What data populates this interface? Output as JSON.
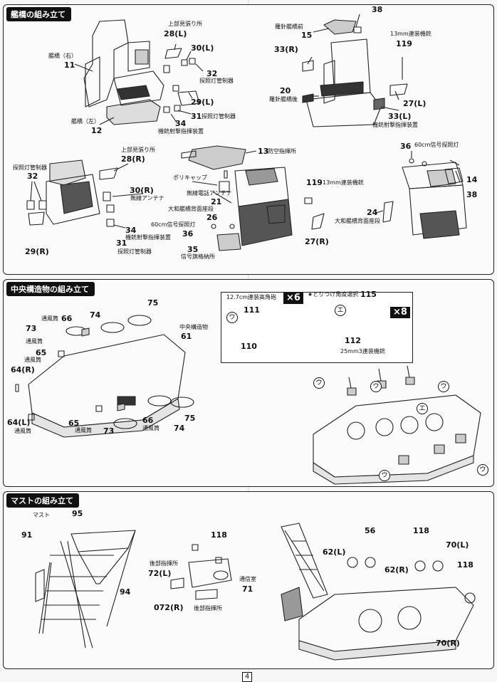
{
  "page_number": "4",
  "sections": {
    "bridge": {
      "title": "艦橋の組み立て",
      "labels": {
        "l11_text": "艦橋（右）",
        "l11_num": "11",
        "l12_text": "艦橋（左）",
        "l12_num": "12",
        "l28a_text": "上部見張り所",
        "l28a_num": "28(L)",
        "l30l": "30(L)",
        "l32a_num": "32",
        "l32a_text": "探照灯管制器",
        "l29l": "29(L)",
        "l31a_num": "31",
        "l31a_text": "探照灯管制器",
        "l34a_num": "34",
        "l34a_text": "機銃射撃指揮装置",
        "l15_text": "羅針艦橋前",
        "l15_num": "15",
        "l38a": "38",
        "l119a_text": "13mm連装機銃",
        "l119a_num": "119",
        "l33r": "33(R)",
        "l20_num": "20",
        "l20_text": "羅針艦橋後",
        "l27l": "27(L)",
        "l33l": "33(L)",
        "l33l_text": "機銃射撃指揮装置",
        "l28r_text": "上部見張り所",
        "l28r_num": "28(R)",
        "l13_num": "13",
        "l13_text": "防空指揮所",
        "l32b_text": "探照灯管制器",
        "l32b_num": "32",
        "l30r_num": "30(R)",
        "l30r_text": "無線アンテナ",
        "poly_text": "ポリキャップ",
        "radio_text": "無線電話アンテナ",
        "l21_num": "21",
        "l26_text": "大和艦橋背面座段",
        "l26_num": "26",
        "l36a_text": "60cm信号探照灯",
        "l36a_num": "36",
        "l34b_num": "34",
        "l34b_text": "機銃射撃指揮装置",
        "l31b_num": "31",
        "l31b_text": "探照灯管制器",
        "l29r": "29(R)",
        "l35_num": "35",
        "l35_text": "信号旗格納所",
        "l119b_num": "119",
        "l119b_text": "13mm連装機銃",
        "l27r": "27(R)",
        "l36b_num": "36",
        "l36b_text": "60cm信号探照灯",
        "l14": "14",
        "l38b": "38",
        "l24_num": "24",
        "l24_text": "大和艦橋背面座段"
      }
    },
    "central": {
      "title": "中央構造物の組み立て",
      "labels": {
        "l66a_text": "通風筒",
        "l66a_num": "66",
        "l74a": "74",
        "l75a": "75",
        "l73a_num": "73",
        "l73a_text": "通風筒",
        "l65a_num": "65",
        "l65a_text": "通風筒",
        "l64r": "64(R)",
        "l61_text": "中央構造物",
        "l61_num": "61",
        "l64l": "64(L)",
        "l64l_text": "通風筒",
        "l65b_num": "65",
        "l65b_text": "通風筒",
        "l73b": "73",
        "l66b_num": "66",
        "l66b_text": "通風筒",
        "l74b": "74",
        "l75b": "75"
      },
      "inset": {
        "gun_text": "12.7cm連装高角砲",
        "gun_count": "×6",
        "l111": "111",
        "l110": "110",
        "mark_u": "ウ",
        "note_text": "★とりつけ角度選択",
        "l115": "115",
        "mark_e": "エ",
        "aa_count": "×8",
        "l112": "112",
        "aa_text": "25mm3連装機銃"
      },
      "marks": [
        "ウ",
        "ウ",
        "ウ",
        "ウ",
        "ウ",
        "エ"
      ]
    },
    "mast": {
      "title": "マストの組み立て",
      "labels": {
        "mast_text": "マスト",
        "l95": "95",
        "l91": "91",
        "l94": "94",
        "l118a": "118",
        "rear_cmd_text": "後部指揮所",
        "l72l": "72(L)",
        "comm_text": "通信室",
        "l71": "71",
        "l072r": "072(R)",
        "rear_cmd2_text": "後部指揮所",
        "l56": "56",
        "l118b": "118",
        "l62l": "62(L)",
        "l62r": "62(R)",
        "l70l": "70(L)",
        "l118c": "118",
        "l70r": "70(R)"
      }
    }
  },
  "colors": {
    "header_bg": "#111111",
    "header_fg": "#ffffff",
    "line": "#222222"
  }
}
